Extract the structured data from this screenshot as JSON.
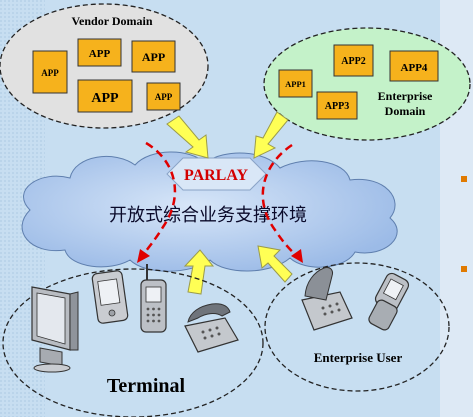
{
  "colors": {
    "background_main": "#b8d6ee",
    "background_right": "#dce9f5",
    "vendor_domain_fill": "#e1e1e1",
    "app_box": "#f6b21c",
    "enterprise_domain_fill": "#c4f2c9",
    "cloud_fill": "#b3cdf0",
    "parlay_fill": "#d9e7f7",
    "parlay_text": "#d30000",
    "arc_red": "#e00000",
    "arrow_fill": "#ffff55",
    "arrow_stroke": "#9b9b4a",
    "bullet": "#e07a00"
  },
  "vendor_domain": {
    "title": "Vendor Domain",
    "apps": [
      "APP",
      "APP",
      "APP",
      "APP",
      "APP"
    ]
  },
  "enterprise_domain": {
    "title_line1": "Enterprise",
    "title_line2": "Domain",
    "apps": [
      "APP1",
      "APP2",
      "APP3",
      "APP4"
    ]
  },
  "parlay": {
    "label": "PARLAY"
  },
  "platform": {
    "label": "开放式综合业务支撑环境"
  },
  "terminal": {
    "label": "Terminal",
    "devices": [
      "monitor-icon",
      "pda-icon",
      "mobile-phone-icon",
      "desk-phone-icon"
    ]
  },
  "enterprise_user": {
    "label": "Enterprise User",
    "devices": [
      "desk-phone-icon",
      "flip-phone-icon"
    ]
  }
}
